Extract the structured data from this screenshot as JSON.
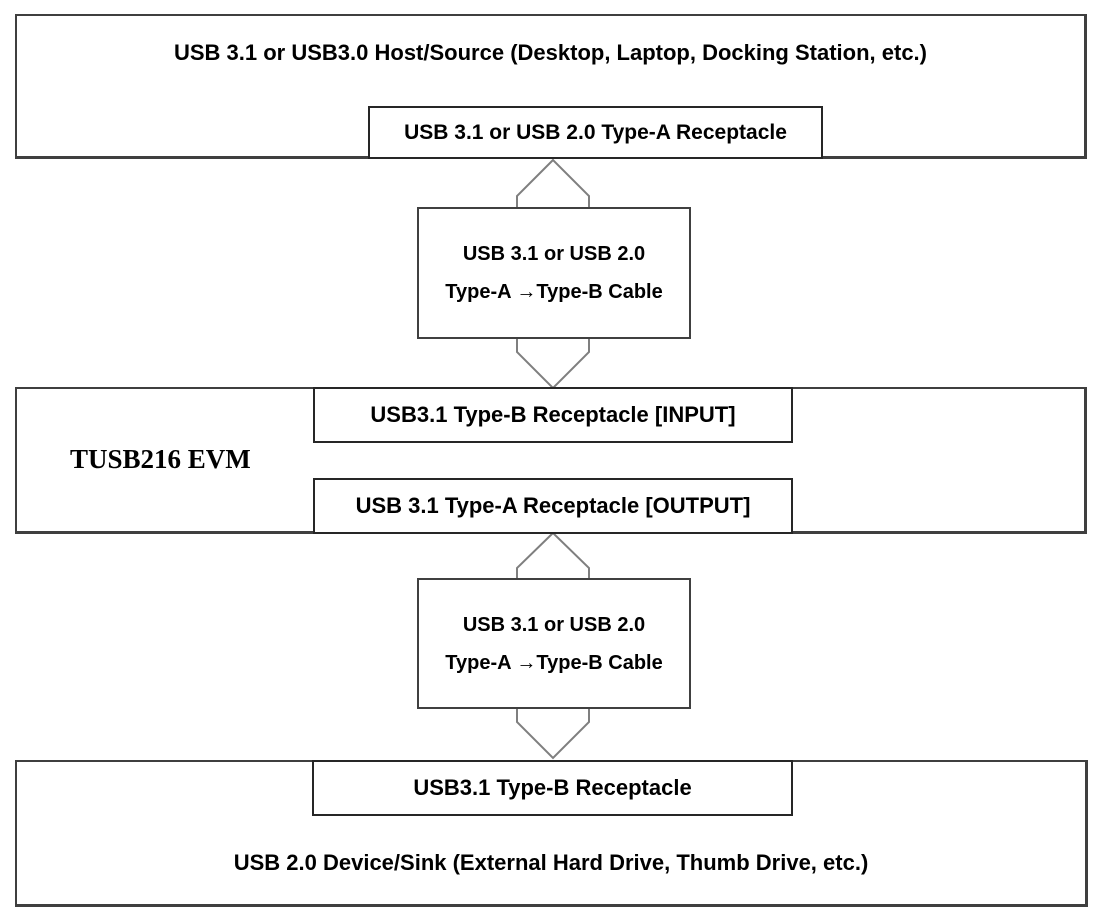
{
  "diagram": {
    "host": {
      "title": "USB 3.1 or USB3.0 Host/Source (Desktop, Laptop, Docking Station, etc.)",
      "receptacle_label": "USB 3.1 or USB 2.0 Type-A Receptacle"
    },
    "cable_top": {
      "line1": "USB 3.1 or USB 2.0",
      "line2": "Type-A →Type-B Cable"
    },
    "evm": {
      "label": "TUSB216 EVM",
      "input_receptacle_label": "USB3.1 Type-B Receptacle [INPUT]",
      "output_receptacle_label": "USB 3.1 Type-A Receptacle [OUTPUT]"
    },
    "cable_bottom": {
      "line1": "USB 3.1 or USB 2.0",
      "line2": "Type-A →Type-B Cable"
    },
    "device": {
      "receptacle_label": "USB3.1 Type-B Receptacle",
      "title": "USB 2.0 Device/Sink (External Hard Drive, Thumb Drive, etc.)"
    },
    "colors": {
      "background": "#ffffff",
      "outer_border": "#3f3f3f",
      "inner_border": "#262626",
      "cable_border": "#404040",
      "arrow_outline": "#7f7f7f",
      "text": "#000000"
    }
  }
}
